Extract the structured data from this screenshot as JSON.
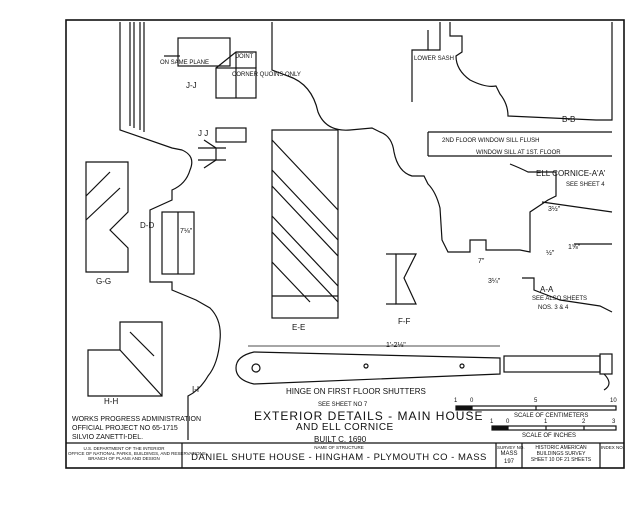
{
  "sheet": {
    "labels": {
      "on_same_plane": "ON SAME PLANE",
      "joint": "JOINT",
      "corner_quoins": "CORNER QUOINS ONLY",
      "jj_1": "J-J",
      "jj_2": "J J",
      "lower_sash": "LOWER SASH",
      "bb": "B-B",
      "second_floor_sill": "2ND FLOOR WINDOW SILL FLUSH",
      "window_sill_first": "WINDOW SILL AT 1ST. FLOOR",
      "ell_cornice": "ELL CORNICE-A'A'",
      "see_sheet_4": "SEE SHEET 4",
      "dd": "D-D",
      "gg": "G-G",
      "ee": "E-E",
      "ff": "F-F",
      "hh": "H-H",
      "ii": "I-I",
      "aa": "A-A",
      "see_also_sheets": "SEE ALSO SHEETS",
      "nos": "NOS. 3 & 4",
      "dim_3half": "3½\"",
      "dim_7": "7\"",
      "dim_1_5_8": "1⅝\"",
      "dim_3_4": "3¼\"",
      "dim_half": "½\"",
      "dim_7_8": "7⅛\"",
      "dim_hinge": "1'-2⅛\"",
      "hinge_caption": "HINGE ON FIRST FLOOR SHUTTERS"
    },
    "title": {
      "see_sheet": "SEE SHEET NO 7",
      "line1": "EXTERIOR DETAILS - MAIN HOUSE",
      "line2": "AND ELL CORNICE",
      "built": "BUILT C. 1690"
    },
    "credits": {
      "wpa": "WORKS PROGRESS ADMINISTRATION",
      "project": "OFFICIAL PROJECT NO 65-1715",
      "delineator": "SILVIO ZANETTI-DEL."
    },
    "scales": {
      "cm_label": "SCALE OF CENTIMETERS",
      "in_label": "SCALE OF INCHES",
      "cm_ticks": [
        "1",
        "0",
        "5",
        "10"
      ],
      "in_ticks": [
        "1",
        "0",
        "1",
        "2",
        "3"
      ]
    },
    "title_block": {
      "agency_1": "U.S. DEPARTMENT OF THE INTERIOR",
      "agency_2": "OFFICE OF NATIONAL PARKS, BUILDINGS, AND RESERVATIONS",
      "agency_3": "BRANCH OF PLANS AND DESIGN",
      "structure_label": "NAME OF STRUCTURE",
      "structure": "DANIEL SHUTE HOUSE - HINGHAM - PLYMOUTH CO - MASS",
      "survey_label": "SURVEY NO.",
      "survey_1": "MASS",
      "survey_2": "197",
      "habs_1": "HISTORIC AMERICAN",
      "habs_2": "BUILDINGS SURVEY",
      "sheet_of": "SHEET 10 OF 21 SHEETS",
      "index": "INDEX NO."
    }
  }
}
